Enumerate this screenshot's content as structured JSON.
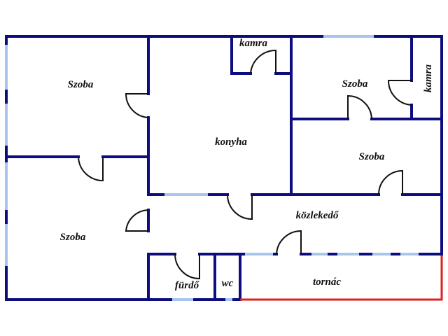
{
  "title": "Floor plan",
  "rooms": {
    "szoba_top_left": "Szoba",
    "szoba_bottom_left": "Szoba",
    "konyha": "konyha",
    "kamra_top": "kamra",
    "szoba_top_right": "Szoba",
    "kamra_right": "kamra",
    "szoba_mid_right": "Szoba",
    "kozlekedo": "közlekedő",
    "furdo": "fürdő",
    "wc": "wc",
    "tornac": "tornác"
  },
  "colors": {
    "wall": "#0d0d80",
    "window": "#a8c6ea",
    "terrace": "#e0201e"
  }
}
